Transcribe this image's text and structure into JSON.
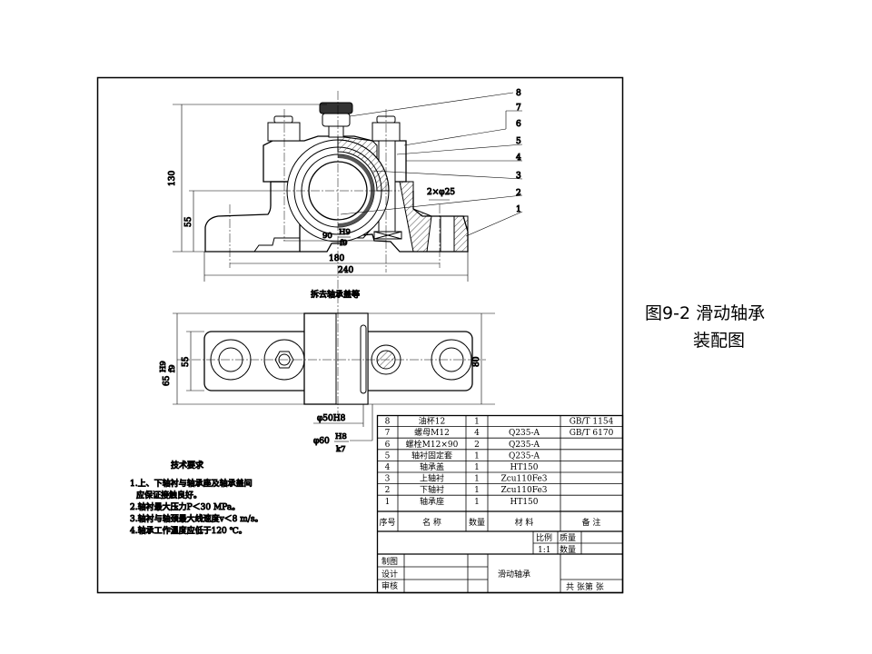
{
  "caption": {
    "figure": "图9-2  滑动轴承",
    "subtitle": "装配图"
  },
  "front_view": {
    "balloons": [
      "8",
      "7",
      "6",
      "5",
      "4",
      "3",
      "2",
      "1"
    ],
    "dims": {
      "height_total": "130",
      "center_height": "55",
      "bolt_span": "180",
      "overall_length": "240",
      "holes": "2×φ25",
      "fit_width_num": "90",
      "fit_h9": "H9",
      "fit_f9": "f9"
    },
    "note": "拆去轴承盖等"
  },
  "top_view": {
    "dims": {
      "fit_65": "65",
      "fit_65_num": "H9",
      "fit_65_den": "f9",
      "width_55": "55",
      "width_80": "80",
      "bore": "φ50H8",
      "shaft_fit": "φ60",
      "shaft_fit_num": "H8",
      "shaft_fit_den": "k7"
    }
  },
  "tech_requirements": {
    "title": "技术要求",
    "items": [
      "1.上、下轴衬与轴承座及轴承盖间",
      "  应保证接触良好。",
      "2.轴衬最大压力P＜30 MPa。",
      "3.轴衬与轴颈最大线速度v＜8 m/s。",
      "4.轴承工作温度应低于120 ℃。"
    ]
  },
  "parts_list": {
    "headers": [
      "序号",
      "名  称",
      "数量",
      "材  料",
      "备 注"
    ],
    "rows": [
      [
        "8",
        "油杯12",
        "1",
        "",
        "GB/T 1154"
      ],
      [
        "7",
        "螺母M12",
        "4",
        "Q235-A",
        "GB/T 6170"
      ],
      [
        "6",
        "螺栓M12×90",
        "2",
        "Q235-A",
        ""
      ],
      [
        "5",
        "轴衬固定套",
        "1",
        "Q235-A",
        ""
      ],
      [
        "4",
        "轴承盖",
        "1",
        "HT150",
        ""
      ],
      [
        "3",
        "上轴衬",
        "1",
        "Zcu110Fe3",
        ""
      ],
      [
        "2",
        "下轴衬",
        "1",
        "Zcu110Fe3",
        ""
      ],
      [
        "1",
        "轴承座",
        "1",
        "HT150",
        ""
      ]
    ]
  },
  "title_block": {
    "scale_label": "比例",
    "scale_value": "1:1",
    "mass_label": "质量",
    "qty_label": "数量",
    "drawn": "制图",
    "designed": "设计",
    "checked": "审核",
    "name": "滑动轴承",
    "sheets": "共  张第  张"
  }
}
